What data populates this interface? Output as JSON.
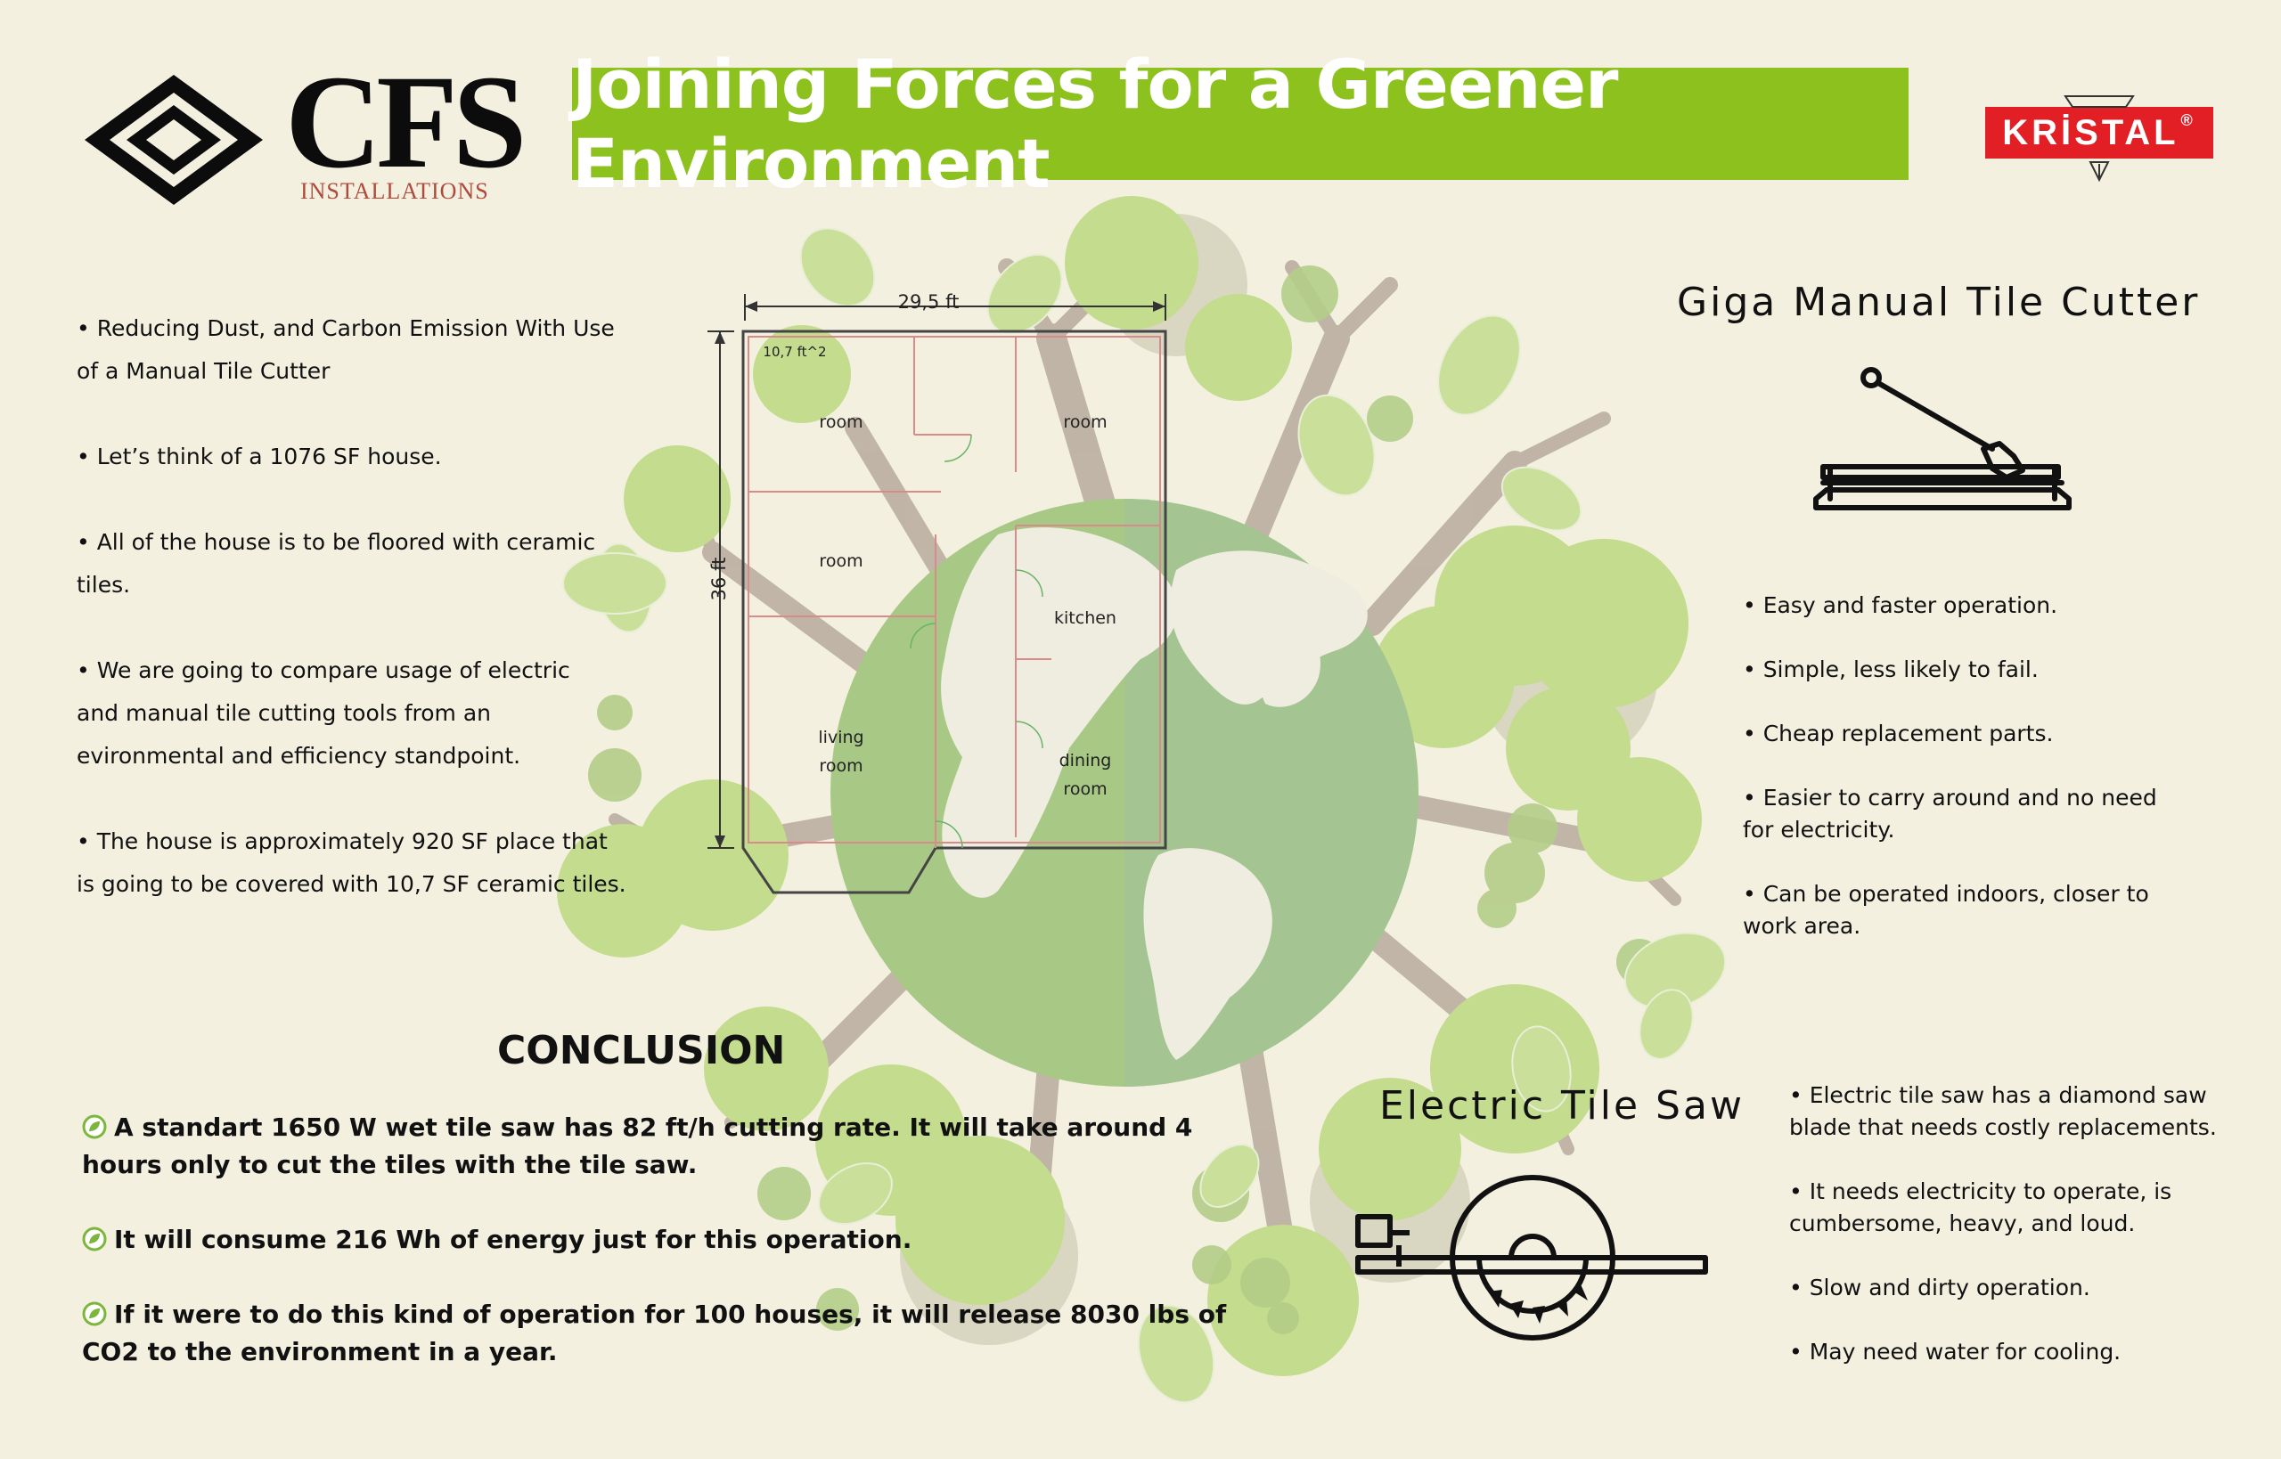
{
  "header": {
    "title": "Joining Forces for a Greener Environment",
    "cfs_logo_text": "CFS",
    "cfs_logo_subtitle": "INSTALLATIONS",
    "kristal_logo_text": "KRİSTAL",
    "registered_mark": "®"
  },
  "intro": {
    "items": [
      "• Reducing Dust, and Carbon Emission With Use of a Manual Tile Cutter",
      "• Let’s think of a 1076 SF house.",
      "• All of the house is to be floored with ceramic tiles.",
      "• We are going to compare usage of electric and manual tile cutting tools from an evironmental and efficiency standpoint.",
      "• The house is approximately 920 SF place that is going to be covered with 10,7 SF ceramic tiles."
    ]
  },
  "floor_plan": {
    "width_label": "29,5 ft",
    "height_label": "36 ft",
    "tile_label": "10,7 ft^2",
    "rooms": [
      "room",
      "room",
      "room",
      "kitchen",
      "living",
      "room",
      "dining",
      "room"
    ]
  },
  "manual": {
    "title": "Giga Manual Tile Cutter",
    "items": [
      "• Easy and faster operation.",
      "• Simple, less likely to fail.",
      "• Cheap replacement parts.",
      "• Easier to carry around and no need for electricity.",
      "• Can be operated indoors, closer to work area."
    ]
  },
  "electric": {
    "title": "Electric Tile Saw",
    "items": [
      "• Electric tile saw has a diamond saw blade that needs costly replacements.",
      "• It needs electricity to operate, is cumbersome, heavy, and loud.",
      "• Slow and dirty operation.",
      "• May need water for cooling."
    ]
  },
  "conclusion": {
    "title": "CONCLUSION",
    "items": [
      "A standart 1650 W wet tile saw has 82 ft/h cutting rate. It will take around 4 hours only to cut the tiles with the tile saw.",
      "It will consume 216 Wh of energy just for this operation.",
      "If it were to do this kind of operation for 100 houses, it will release 8030 lbs of CO2 to the environment in a year."
    ]
  },
  "colors": {
    "background": "#f3f0e0",
    "title_green": "#8cc11e",
    "leaf_green": "#c3dc8e",
    "earth_green": "#a8c886",
    "branch": "#b7aa9c",
    "kristal_red": "#e31f26"
  },
  "icons": {
    "conclusion_bullet": "leaf-bullet-icon",
    "manual_tool": "manual-tile-cutter-icon",
    "electric_tool": "tile-saw-icon"
  }
}
